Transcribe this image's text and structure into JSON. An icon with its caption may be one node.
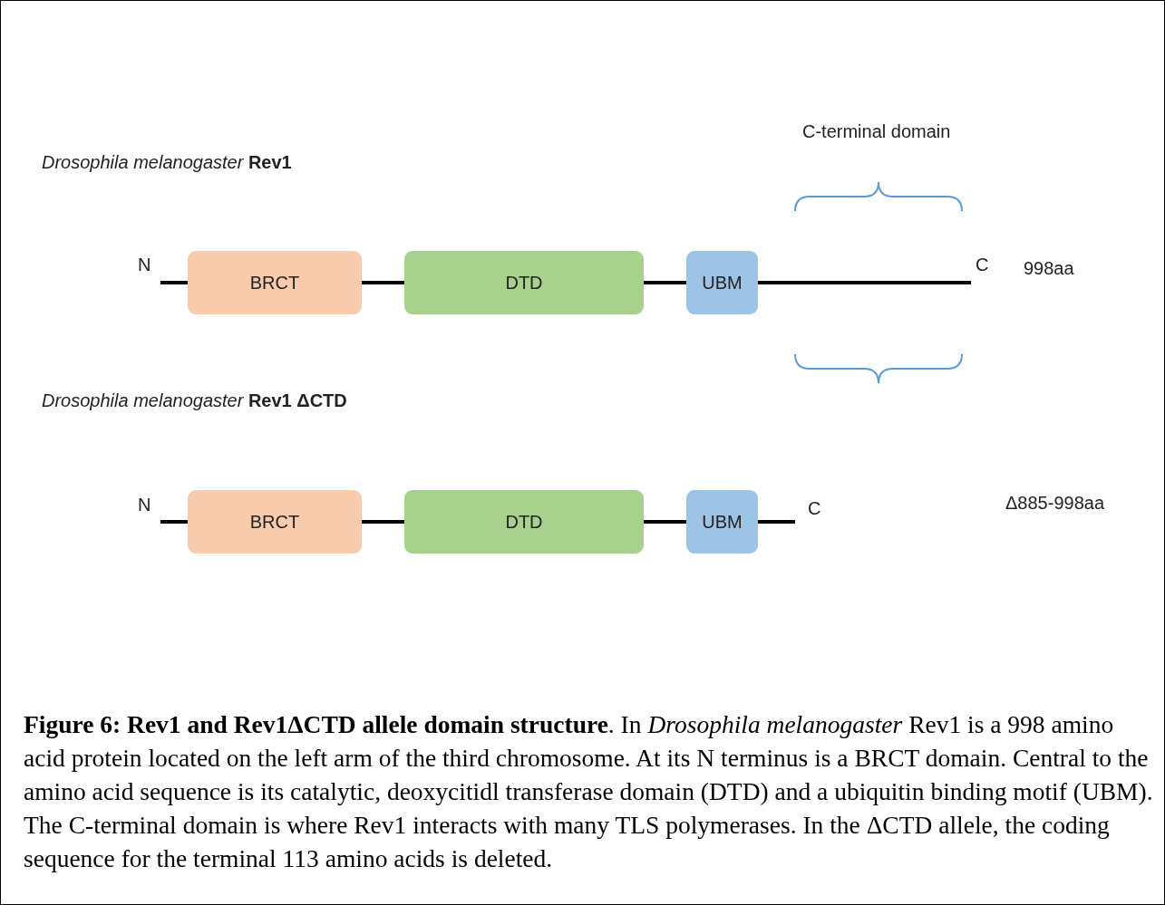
{
  "diagram": {
    "caption": "**Figure 6: Rev1 and Rev1ΔCTD allele domain structure**. In *Drosophila melanogaster* Rev1 is a 998 amino acid protein located on the left arm of the third chromosome. At its N terminus is a BRCT domain. Central to the amino acid sequence is its catalytic, deoxycitidl transferase domain (DTD) and a ubiquitin binding motif (UBM). The C-terminal domain is where Rev1 interacts with many TLS polymerases. In the ΔCTD allele, the coding sequence for the terminal 113 amino acids is deleted.",
    "nodes": [
      {
        "text": [
          "BRCT"
        ]
      },
      {
        "text": [
          "DTD"
        ]
      },
      {
        "text": [
          "UBM"
        ]
      },
      {
        "text": [
          "BRCT"
        ]
      },
      {
        "text": [
          "DTD"
        ]
      },
      {
        "text": [
          "UBM"
        ]
      }
    ],
    "edges": [
      {
        "from": null,
        "to": 0,
        "arrow": "none"
      },
      {
        "from": 0,
        "to": 1,
        "arrow": "none"
      },
      {
        "from": 1,
        "to": 2,
        "arrow": "none"
      },
      {
        "from": 2,
        "to": null,
        "arrow": "none"
      },
      {
        "from": null,
        "to": 3,
        "arrow": "none"
      },
      {
        "from": 3,
        "to": 4,
        "arrow": "none"
      },
      {
        "from": 4,
        "to": 5,
        "arrow": "none"
      },
      {
        "from": 5,
        "to": null,
        "arrow": "none"
      }
    ],
    "labels": [
      "C-terminal domain",
      "*Drosophila melanogaster* **Rev1**",
      "N",
      "C",
      "998aa",
      "*Drosophila melanogaster* **Rev1 ΔCTD**",
      "N",
      "C",
      "Δ885-998aa"
    ]
  }
}
